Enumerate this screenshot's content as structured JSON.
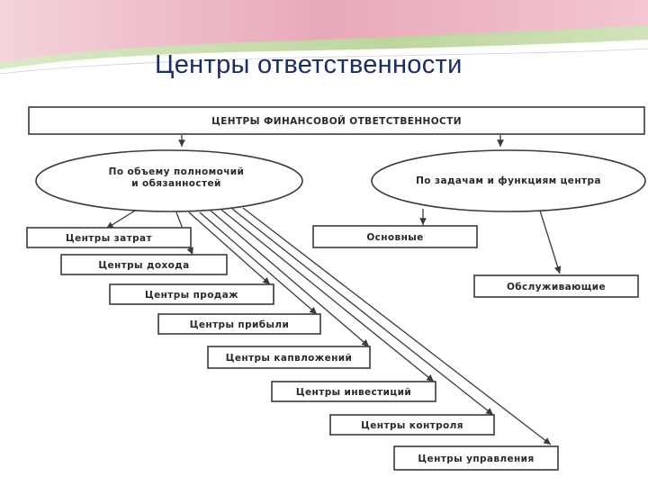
{
  "slide": {
    "title": "Центры ответственности"
  },
  "diagram": {
    "root": "ЦЕНТРЫ ФИНАНСОВОЙ ОТВЕТСТВЕННОСТИ",
    "branch_left_line1": "По объему полномочий",
    "branch_left_line2": "и обязанностей",
    "branch_right": "По задачам и функциям центра",
    "left_items": [
      "Центры затрат",
      "Центры дохода",
      "Центры продаж",
      "Центры прибыли",
      "Центры капвложений",
      "Центры инвестиций",
      "Центры контроля",
      "Центры управления"
    ],
    "right_items": [
      "Основные",
      "Обслуживающие"
    ]
  },
  "colors": {
    "title": "#1a2e66",
    "band_pink": "#e8a9b8",
    "band_green": "#b9d49a",
    "line": "#3a3a3a"
  }
}
